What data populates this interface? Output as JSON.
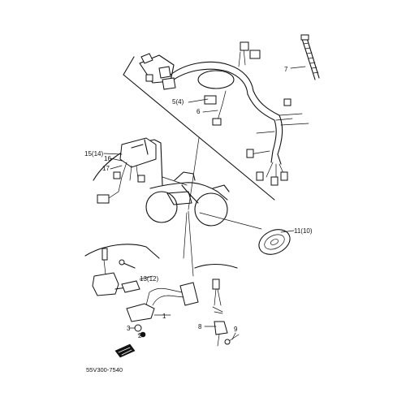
{
  "diagram": {
    "callouts": [
      {
        "id": "c1",
        "text": "1"
      },
      {
        "id": "c2",
        "text": "2"
      },
      {
        "id": "c3",
        "text": "3"
      },
      {
        "id": "c5",
        "text": "5(4)"
      },
      {
        "id": "c6",
        "text": "6"
      },
      {
        "id": "c7",
        "text": "7"
      },
      {
        "id": "c8",
        "text": "8"
      },
      {
        "id": "c9",
        "text": "9"
      },
      {
        "id": "c11",
        "text": "11(10)"
      },
      {
        "id": "c13",
        "text": "13(12)"
      },
      {
        "id": "c15",
        "text": "15(14)"
      },
      {
        "id": "c16",
        "text": "16"
      },
      {
        "id": "c17",
        "text": "17"
      }
    ],
    "drawing_code": "55V300-7540"
  }
}
